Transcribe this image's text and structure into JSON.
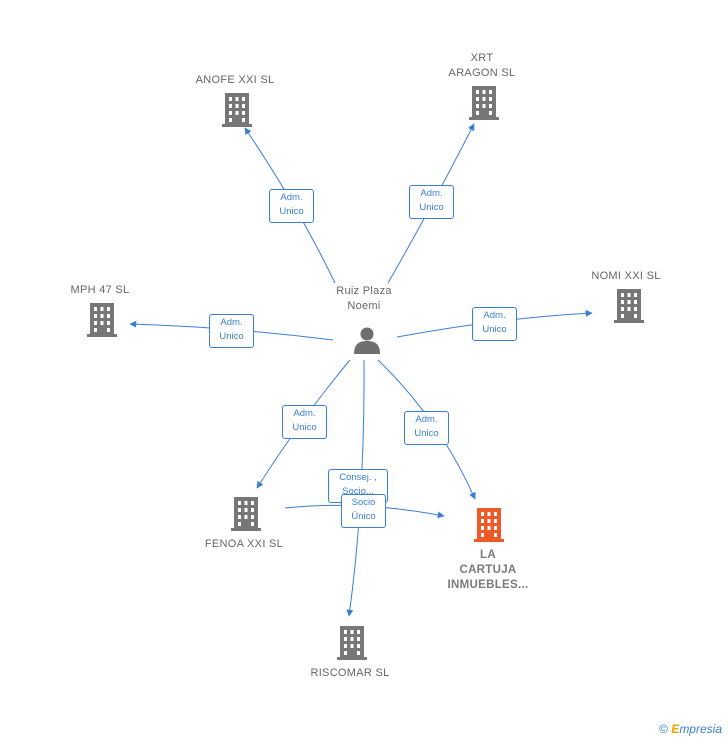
{
  "center": {
    "name": "Ruiz Plaza\nNoemi",
    "icon": "person-icon"
  },
  "companies": [
    {
      "id": "anofe",
      "name": "ANOFE XXI SL",
      "icon": "building-icon",
      "color": "#777777"
    },
    {
      "id": "xrt",
      "name": "XRT\nARAGON SL",
      "icon": "building-icon",
      "color": "#777777"
    },
    {
      "id": "nomi",
      "name": "NOMI XXI SL",
      "icon": "building-icon",
      "color": "#777777"
    },
    {
      "id": "mph",
      "name": "MPH 47 SL",
      "icon": "building-icon",
      "color": "#777777"
    },
    {
      "id": "fenoa",
      "name": "FENOA XXI SL",
      "icon": "building-icon",
      "color": "#777777"
    },
    {
      "id": "cartuja",
      "name": "LA\nCARTUJA\nINMUEBLES...",
      "icon": "building-icon",
      "color": "#f05a28",
      "highlight": true
    },
    {
      "id": "riscomar",
      "name": "RISCOMAR SL",
      "icon": "building-icon",
      "color": "#777777"
    }
  ],
  "relations": [
    {
      "to": "anofe",
      "label": "Adm.\nUnico"
    },
    {
      "to": "xrt",
      "label": "Adm.\nUnico"
    },
    {
      "to": "nomi",
      "label": "Adm.\nUnico"
    },
    {
      "to": "mph",
      "label": "Adm.\nUnico"
    },
    {
      "to": "fenoa",
      "label": "Adm.\nUnico"
    },
    {
      "to": "cartuja",
      "label": "Adm.\nUnico"
    },
    {
      "to": "riscomar",
      "label": "Consej. ,\nSocio..."
    },
    {
      "from": "fenoa",
      "to": "cartuja",
      "label": "Socio\nÚnico"
    }
  ],
  "colors": {
    "edge": "#3a7fd5",
    "node": "#777777",
    "highlight": "#f05a28"
  },
  "footer": {
    "copyright": "©",
    "brand_e": "E",
    "brand_rest": "mpresia"
  }
}
